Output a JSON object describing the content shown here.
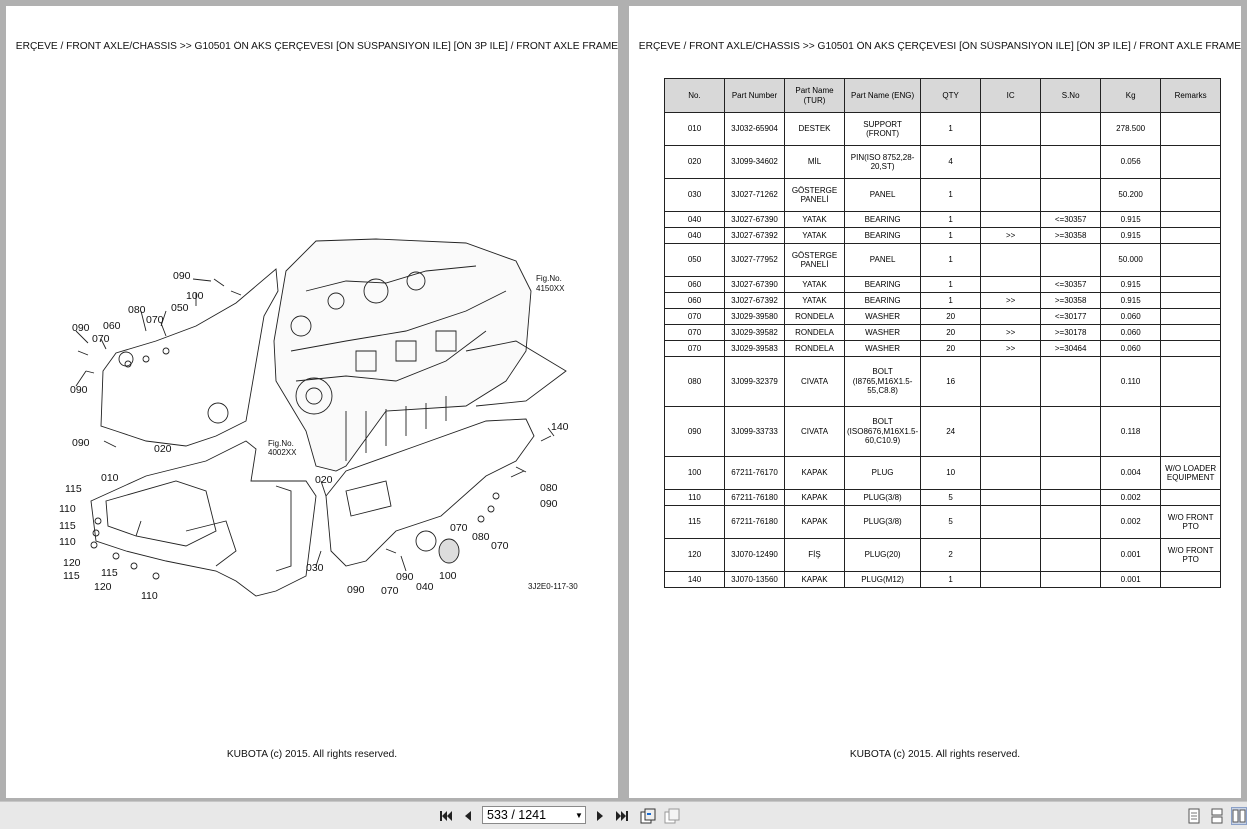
{
  "header_text": "ERÇEVE / FRONT AXLE/CHASSIS >> G10501   ÖN AKS ÇERÇEVESİ [ÖN SÜSPANSİYON İLE] [ÖN 3P İLE] / FRONT AXLE FRAME",
  "footer_text": "KUBOTA (c) 2015. All rights reserved.",
  "diagram": {
    "fig_label_1": "Fig.No.",
    "fig_code_1": "4150XX",
    "fig_label_2": "Fig.No.",
    "fig_code_2": "4002XX",
    "drawing_code": "3J2E0-117-30",
    "callouts": [
      "090",
      "100",
      "080",
      "050",
      "060",
      "070",
      "090",
      "070",
      "090",
      "090",
      "020",
      "010",
      "115",
      "110",
      "115",
      "110",
      "120",
      "115",
      "115",
      "120",
      "110",
      "020",
      "030",
      "090",
      "070",
      "090",
      "040",
      "100",
      "070",
      "080",
      "070",
      "080",
      "090",
      "140"
    ]
  },
  "table": {
    "headers": [
      "No.",
      "Part Number",
      "Part Name (TUR)",
      "Part Name (ENG)",
      "QTY",
      "IC",
      "S.No",
      "Kg",
      "Remarks"
    ],
    "rows": [
      {
        "no": "010",
        "pn": "3J032-65904",
        "tur": "DESTEK",
        "eng": "SUPPORT (FRONT)",
        "qty": "1",
        "ic": "",
        "sno": "",
        "kg": "278.500",
        "rem": ""
      },
      {
        "no": "020",
        "pn": "3J099-34602",
        "tur": "MİL",
        "eng": "PIN(ISO 8752,28-20,ST)",
        "qty": "4",
        "ic": "",
        "sno": "",
        "kg": "0.056",
        "rem": ""
      },
      {
        "no": "030",
        "pn": "3J027-71262",
        "tur": "GÖSTERGE PANELİ",
        "eng": "PANEL",
        "qty": "1",
        "ic": "",
        "sno": "",
        "kg": "50.200",
        "rem": ""
      },
      {
        "no": "040",
        "pn": "3J027-67390",
        "tur": "YATAK",
        "eng": "BEARING",
        "qty": "1",
        "ic": "",
        "sno": "<=30357",
        "kg": "0.915",
        "rem": ""
      },
      {
        "no": "040",
        "pn": "3J027-67392",
        "tur": "YATAK",
        "eng": "BEARING",
        "qty": "1",
        "ic": ">>",
        "sno": ">=30358",
        "kg": "0.915",
        "rem": ""
      },
      {
        "no": "050",
        "pn": "3J027-77952",
        "tur": "GÖSTERGE PANELİ",
        "eng": "PANEL",
        "qty": "1",
        "ic": "",
        "sno": "",
        "kg": "50.000",
        "rem": ""
      },
      {
        "no": "060",
        "pn": "3J027-67390",
        "tur": "YATAK",
        "eng": "BEARING",
        "qty": "1",
        "ic": "",
        "sno": "<=30357",
        "kg": "0.915",
        "rem": ""
      },
      {
        "no": "060",
        "pn": "3J027-67392",
        "tur": "YATAK",
        "eng": "BEARING",
        "qty": "1",
        "ic": ">>",
        "sno": ">=30358",
        "kg": "0.915",
        "rem": ""
      },
      {
        "no": "070",
        "pn": "3J029-39580",
        "tur": "RONDELA",
        "eng": "WASHER",
        "qty": "20",
        "ic": "",
        "sno": "<=30177",
        "kg": "0.060",
        "rem": ""
      },
      {
        "no": "070",
        "pn": "3J029-39582",
        "tur": "RONDELA",
        "eng": "WASHER",
        "qty": "20",
        "ic": ">>",
        "sno": ">=30178",
        "kg": "0.060",
        "rem": ""
      },
      {
        "no": "070",
        "pn": "3J029-39583",
        "tur": "RONDELA",
        "eng": "WASHER",
        "qty": "20",
        "ic": ">>",
        "sno": ">=30464",
        "kg": "0.060",
        "rem": ""
      },
      {
        "no": "080",
        "pn": "3J099-32379",
        "tur": "CIVATA",
        "eng": "BOLT (I8765,M16X1.5-55,C8.8)",
        "qty": "16",
        "ic": "",
        "sno": "",
        "kg": "0.110",
        "rem": ""
      },
      {
        "no": "090",
        "pn": "3J099-33733",
        "tur": "CIVATA",
        "eng": "BOLT (ISO8676,M16X1.5-60,C10.9)",
        "qty": "24",
        "ic": "",
        "sno": "",
        "kg": "0.118",
        "rem": ""
      },
      {
        "no": "100",
        "pn": "67211-76170",
        "tur": "KAPAK",
        "eng": "PLUG",
        "qty": "10",
        "ic": "",
        "sno": "",
        "kg": "0.004",
        "rem": "W/O LOADER EQUIPMENT"
      },
      {
        "no": "110",
        "pn": "67211-76180",
        "tur": "KAPAK",
        "eng": "PLUG(3/8)",
        "qty": "5",
        "ic": "",
        "sno": "",
        "kg": "0.002",
        "rem": ""
      },
      {
        "no": "115",
        "pn": "67211-76180",
        "tur": "KAPAK",
        "eng": "PLUG(3/8)",
        "qty": "5",
        "ic": "",
        "sno": "",
        "kg": "0.002",
        "rem": "W/O FRONT PTO"
      },
      {
        "no": "120",
        "pn": "3J070-12490",
        "tur": "FİŞ",
        "eng": "PLUG(20)",
        "qty": "2",
        "ic": "",
        "sno": "",
        "kg": "0.001",
        "rem": "W/O FRONT PTO"
      },
      {
        "no": "140",
        "pn": "3J070-13560",
        "tur": "KAPAK",
        "eng": "PLUG(M12)",
        "qty": "1",
        "ic": "",
        "sno": "",
        "kg": "0.001",
        "rem": ""
      }
    ]
  },
  "toolbar": {
    "page_value": "533 / 1241",
    "first_icon": "first-page-icon",
    "prev_icon": "previous-page-icon",
    "next_icon": "next-page-icon",
    "last_icon": "last-page-icon"
  }
}
